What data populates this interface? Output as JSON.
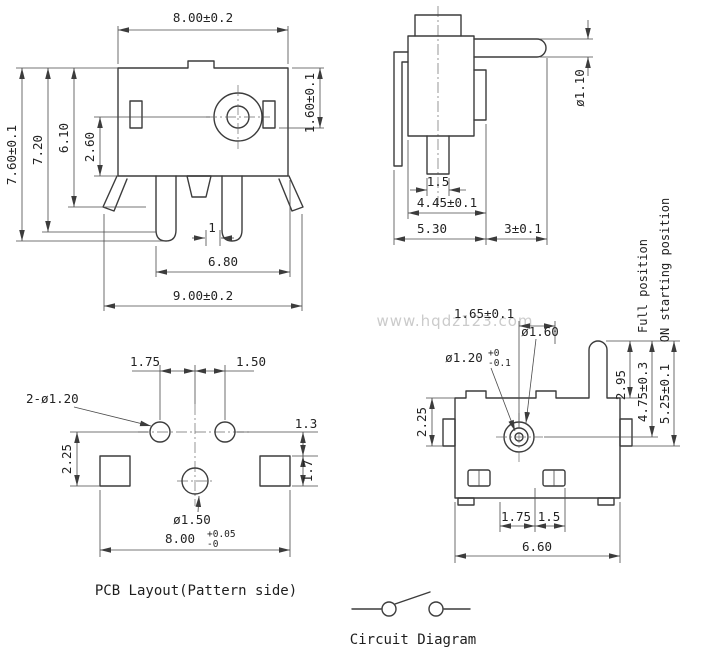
{
  "watermark": "www.hqdz123.com",
  "front_view": {
    "dim_top_width": "8.00±0.2",
    "dim_height_overall": "7.60±0.1",
    "dim_height_2": "7.20",
    "dim_height_3": "6.10",
    "dim_height_4": "2.60",
    "dim_right": "1.60±0.1",
    "dim_notch": "1",
    "dim_leg_span": "6.80",
    "dim_width_overall": "9.00±0.2"
  },
  "side_view": {
    "dim_pin": "1.5",
    "dim_body": "4.45±0.1",
    "dim_overall": "5.30",
    "dim_plunger_len": "3±0.1",
    "dim_plunger_dia": "ø1.10"
  },
  "pcb_view": {
    "dim_pitch_left": "1.75",
    "dim_pitch_right": "1.50",
    "label_holes": "2-ø1.20",
    "dim_offset_1": "1.3",
    "dim_pad": "1.7",
    "dim_offset_2": "2.25",
    "label_center_hole": "ø1.50",
    "dim_width": "8.00",
    "dim_width_tol_up": "+0.05",
    "dim_width_tol_dn": "-0",
    "caption": "PCB Layout(Pattern side)"
  },
  "detail_view": {
    "dim_offset": "1.65±0.1",
    "label_boss": "ø1.60",
    "label_hole": "ø1.20",
    "label_hole_tol_up": "+0",
    "label_hole_tol_dn": "-0.1",
    "dim_left": "2.25",
    "dim_h1": "2.95",
    "dim_h2": "4.75±0.3",
    "dim_h3": "5.25±0.1",
    "label_full_position": "Full position",
    "label_on_position": "ON starting position",
    "dim_b1": "1.75",
    "dim_b2": "1.5",
    "dim_width": "6.60"
  },
  "circuit": {
    "caption": "Circuit Diagram"
  }
}
